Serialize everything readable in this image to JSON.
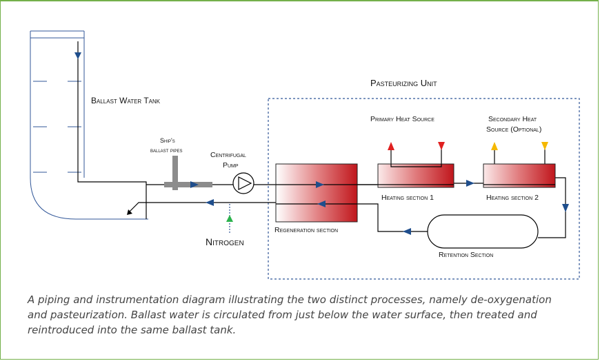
{
  "diagram": {
    "labels": {
      "ballast_tank": "Ballast Water Tank",
      "pasteurizing_unit": "Pasteurizing Unit",
      "ship_pipes_line1": "Ship's",
      "ship_pipes_line2": "ballast pipes",
      "pump_line1": "Centrifugal",
      "pump_line2": "Pump",
      "primary_heat": "Primary Heat Source",
      "secondary_heat_line1": "Secondary Heat",
      "secondary_heat_line2": "Source (Optional)",
      "heating1": "Heating section 1",
      "heating2": "Heating section 2",
      "regeneration": "Regeneration section",
      "retention": "Retention Section",
      "nitrogen": "Nitrogen"
    },
    "colors": {
      "flow_arrow": "#1f4e8c",
      "hot_in": "#e02020",
      "hot_out": "#e02020",
      "secondary_in": "#f5b800",
      "secondary_out": "#f5b800",
      "nitrogen": "#2bb24c",
      "heater_dark": "#c0161c",
      "frame_green": "#74b04a"
    }
  },
  "caption": {
    "text": "A piping and instrumentation diagram illustrating the two distinct processes, namely de-oxygenation and pasteurization. Ballast water is circulated from just below the water surface, then treated and reintroduced into the same ballast tank."
  }
}
